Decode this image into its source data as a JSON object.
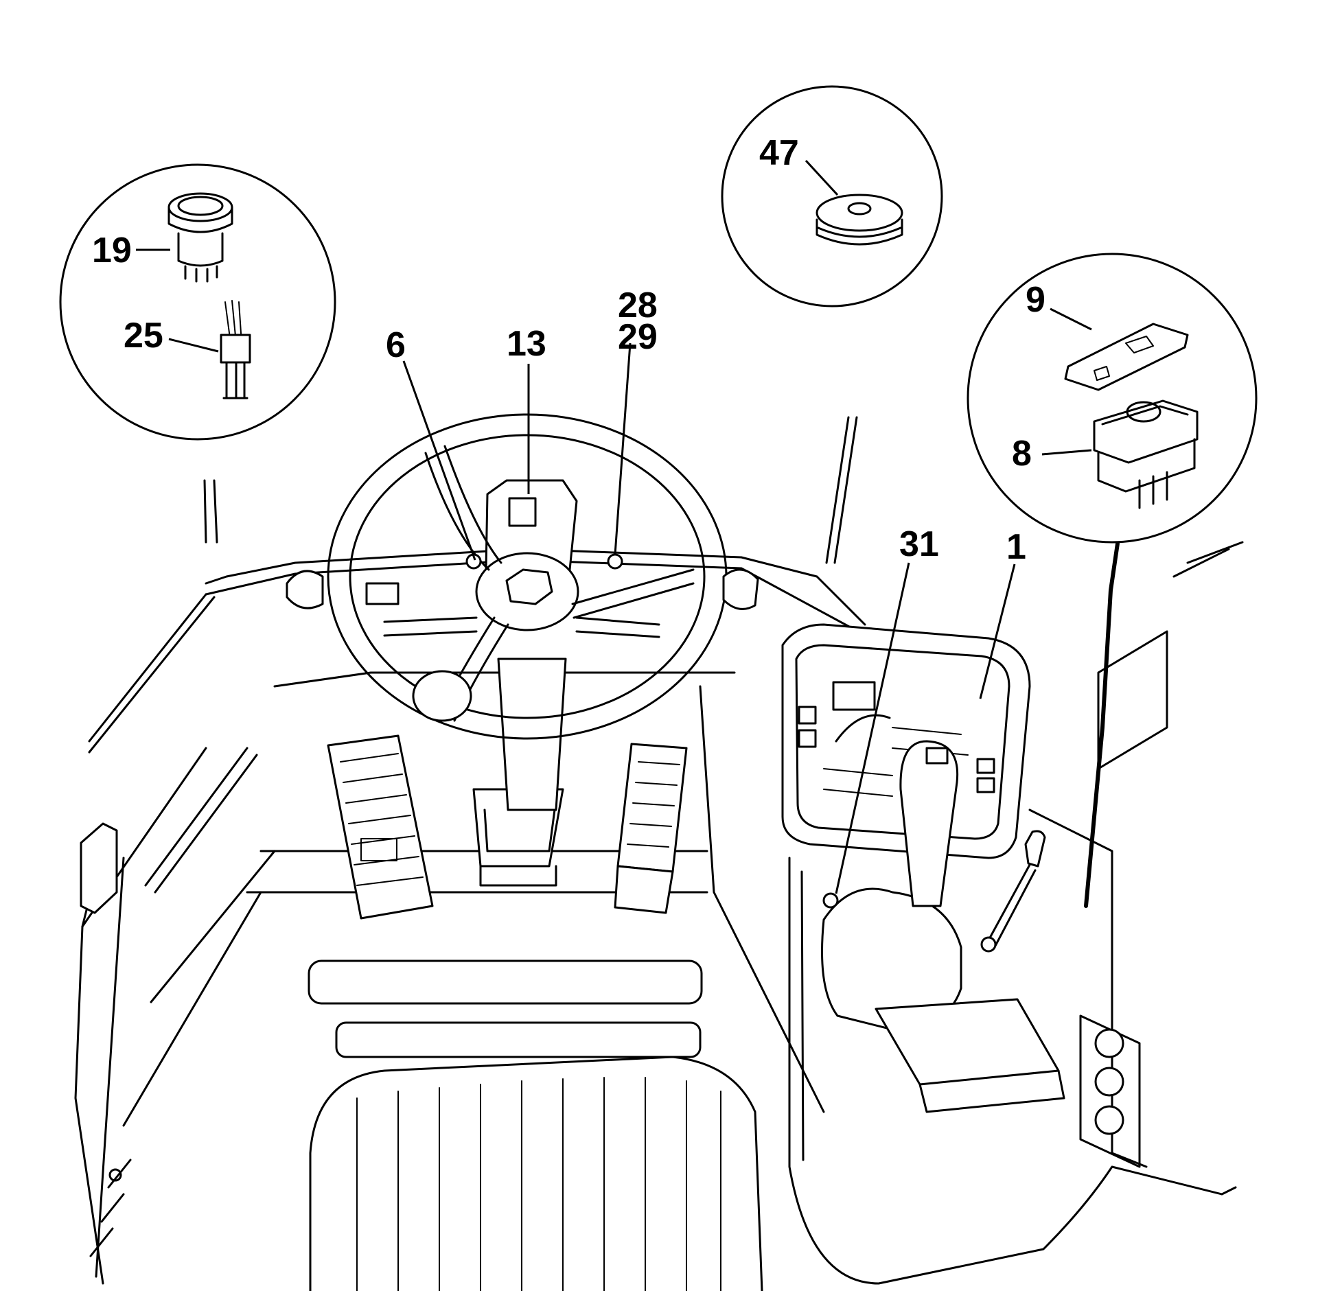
{
  "callouts": {
    "c19": "19",
    "c25": "25",
    "c47": "47",
    "c9": "9",
    "c8": "8",
    "c6": "6",
    "c13": "13",
    "c28": "28",
    "c29": "29",
    "c31": "31",
    "c1": "1"
  }
}
